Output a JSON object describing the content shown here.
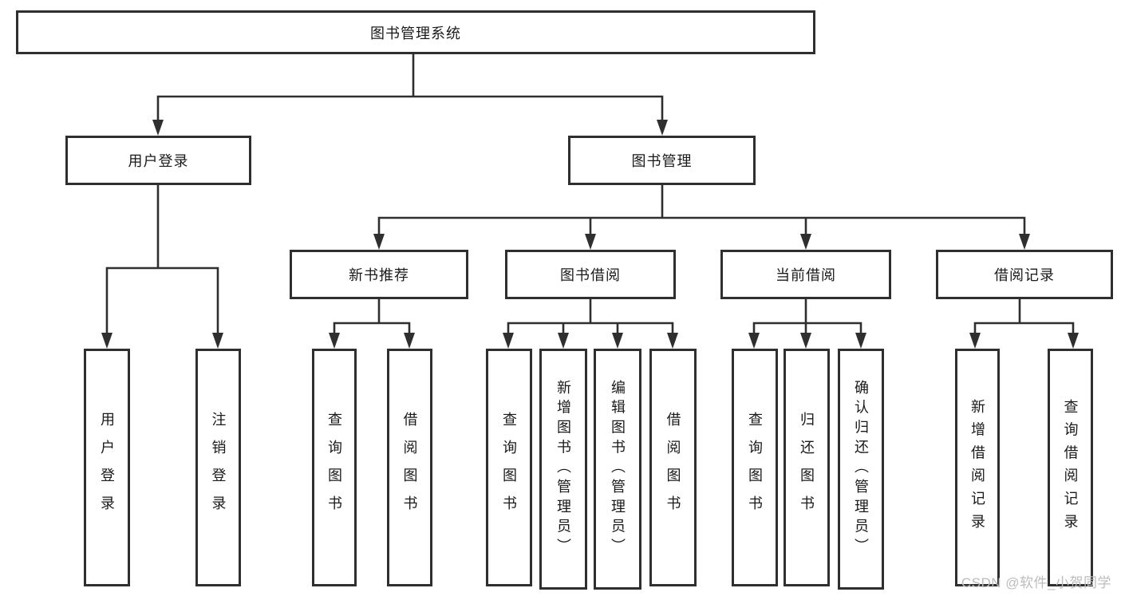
{
  "tree": {
    "root": {
      "label": "图书管理系统"
    },
    "branches": [
      {
        "label": "用户登录",
        "children": [
          {
            "label": "用户登录"
          },
          {
            "label": "注销登录"
          }
        ]
      },
      {
        "label": "图书管理",
        "children": [
          {
            "label": "新书推荐",
            "children": [
              {
                "label": "查询图书"
              },
              {
                "label": "借阅图书"
              }
            ]
          },
          {
            "label": "图书借阅",
            "children": [
              {
                "label": "查询图书"
              },
              {
                "label": "新增图书（管理员）"
              },
              {
                "label": "编辑图书（管理员）"
              },
              {
                "label": "借阅图书"
              }
            ]
          },
          {
            "label": "当前借阅",
            "children": [
              {
                "label": "查询图书"
              },
              {
                "label": "归还图书"
              },
              {
                "label": "确认归还（管理员）"
              }
            ]
          },
          {
            "label": "借阅记录",
            "children": [
              {
                "label": "新增借阅记录"
              },
              {
                "label": "查询借阅记录"
              }
            ]
          }
        ]
      }
    ]
  },
  "watermark": {
    "text": "CSDN @软件_小贺同学"
  },
  "colors": {
    "line": "#2f2f2f",
    "box_border": "#2f2f2f",
    "text": "#1a1a1a",
    "watermark": "#bcbcbc",
    "background": "#ffffff"
  }
}
